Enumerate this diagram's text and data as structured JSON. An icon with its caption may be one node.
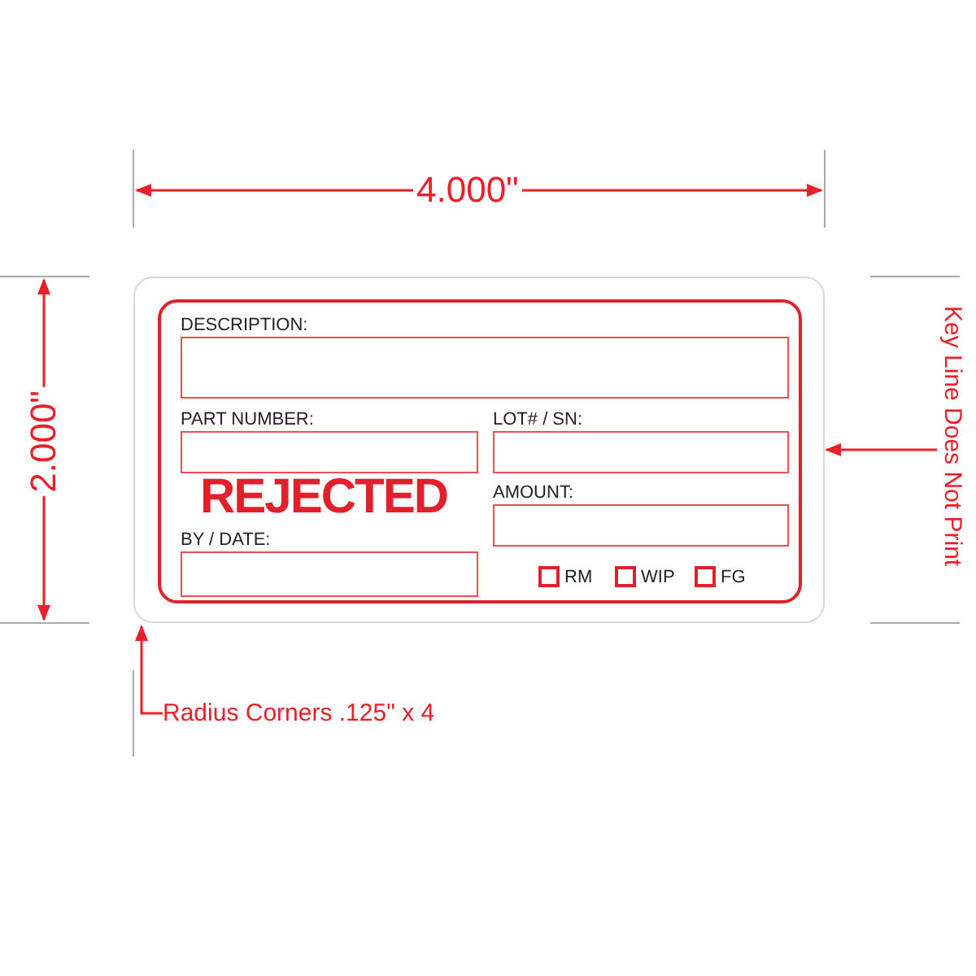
{
  "diagram": {
    "nodes": [
      {
        "text": [],
        "shape": "box"
      },
      {
        "text": [],
        "shape": "box",
        "in": 0
      },
      {
        "text": [
          "DESCRIPTION:"
        ],
        "in": 1
      },
      {
        "text": [
          "PART NUMBER:"
        ],
        "in": 1
      },
      {
        "text": [
          "LOT# / SN:"
        ],
        "in": 1
      },
      {
        "text": [
          "AMOUNT:"
        ],
        "in": 1
      },
      {
        "text": [
          "BY / DATE:"
        ],
        "in": 1
      },
      {
        "text": [
          "RM"
        ],
        "in": 1
      },
      {
        "text": [
          "WIP"
        ],
        "in": 1
      },
      {
        "text": [
          "FG"
        ],
        "in": 1
      },
      {
        "text": [
          "Key Line Does Not Print"
        ]
      },
      {
        "text": [
          "Radius Corners .125\" x 4"
        ]
      }
    ],
    "edges": [
      {
        "from": 10,
        "to": 0,
        "arrow": "to"
      },
      {
        "from": 11,
        "to": 0,
        "arrow": "to"
      }
    ],
    "labels": [
      "4.000\"",
      "2.000\"",
      "REJECTED"
    ]
  }
}
